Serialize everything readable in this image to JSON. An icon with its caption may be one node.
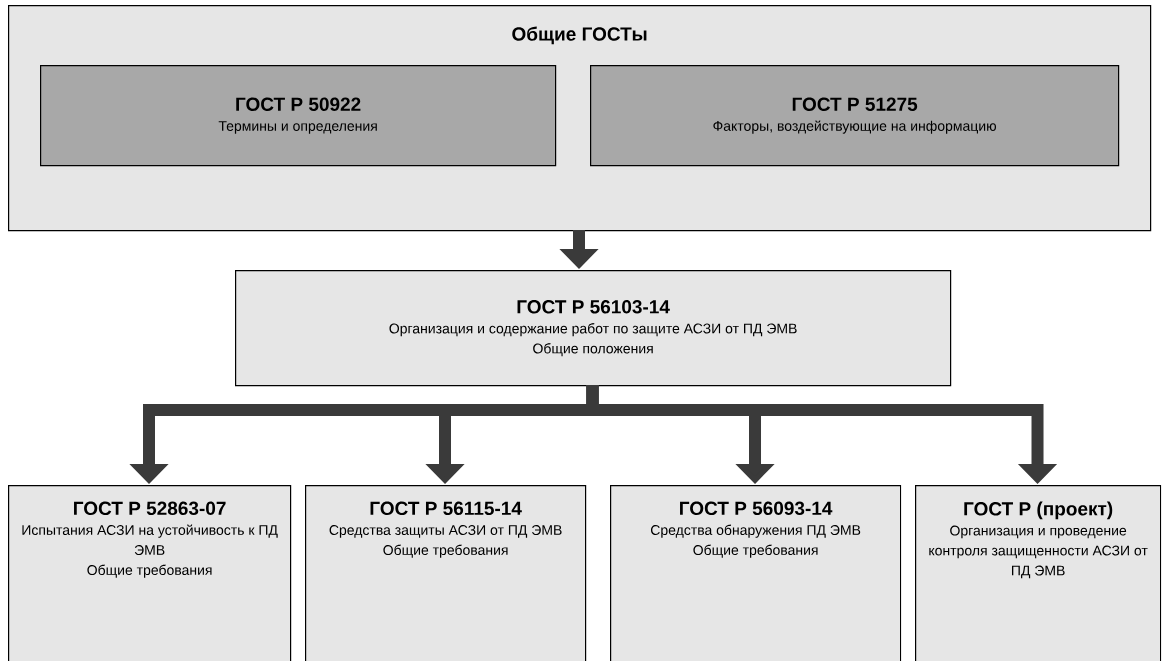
{
  "diagram": {
    "nodes": [
      {
        "text": [
          "Общие ГОСТы"
        ]
      },
      {
        "text": [
          "ГОСТ Р 50922",
          "Термины и определения"
        ],
        "in": 0
      },
      {
        "text": [
          "ГОСТ Р 51275",
          "Факторы, воздействующие на информацию"
        ],
        "in": 0
      },
      {
        "text": [
          "ГОСТ Р 56103-14",
          "Организация и содержание работ по защите АСЗИ от ПД ЭМВ",
          "Общие положения"
        ]
      },
      {
        "text": [
          "ГОСТ Р 52863-07",
          "Испытания АСЗИ на устойчивость к ПД ЭМВ",
          "Общие требования"
        ]
      },
      {
        "text": [
          "ГОСТ Р 56115-14",
          "Средства защиты АСЗИ от ПД ЭМВ",
          "Общие требования"
        ]
      },
      {
        "text": [
          "ГОСТ Р 56093-14",
          "Средства обнаружения ПД ЭМВ",
          "Общие требования"
        ]
      },
      {
        "text": [
          "ГОСТ Р (проект)",
          "Организация и проведение контроля защищенности АСЗИ от ПД ЭМВ"
        ]
      }
    ],
    "edges": [
      {
        "from": 0,
        "to": 3,
        "arrow": "to"
      },
      {
        "from": 3,
        "to": 4,
        "arrow": "to"
      },
      {
        "from": 3,
        "to": 5,
        "arrow": "to"
      },
      {
        "from": 3,
        "to": 6,
        "arrow": "to"
      },
      {
        "from": 3,
        "to": 7,
        "arrow": "to"
      }
    ]
  }
}
